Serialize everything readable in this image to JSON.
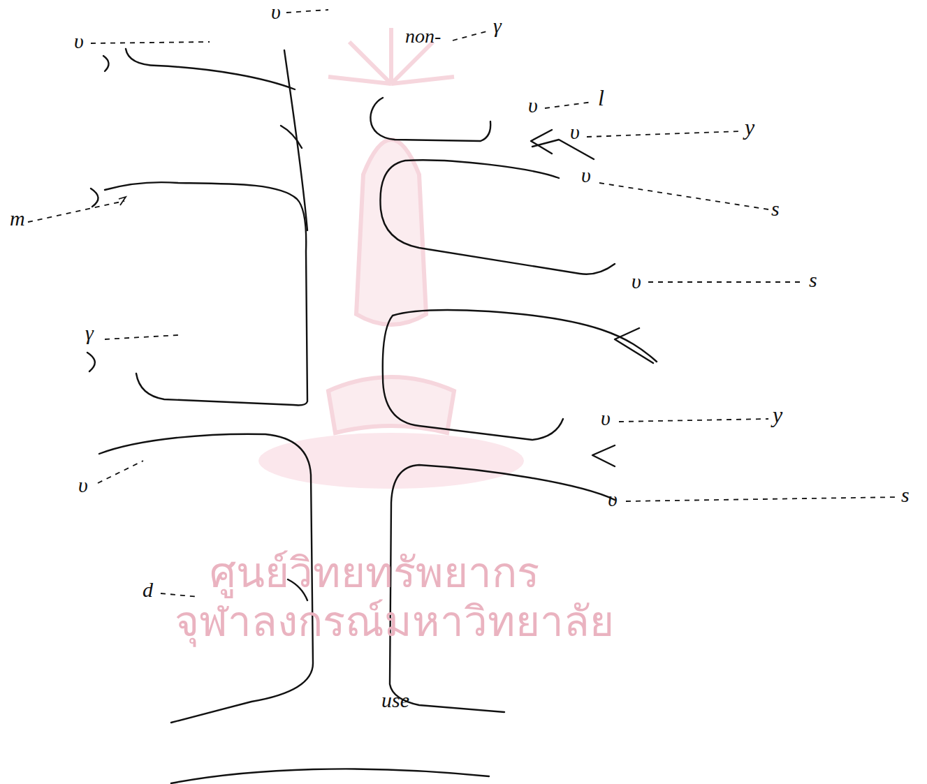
{
  "diagram": {
    "labels": [
      "υ",
      "non-",
      "γ",
      "υ",
      "υ",
      "l",
      "υ",
      "y",
      "υ",
      "s",
      "m",
      "υ",
      "s",
      "γ",
      "υ",
      "y",
      "υ",
      "υ",
      "s",
      "d",
      "use",
      "ศูนย์วิทยทรัพยากร",
      "จุฬาลงกรณ์มหาวิทยาลัย"
    ]
  }
}
